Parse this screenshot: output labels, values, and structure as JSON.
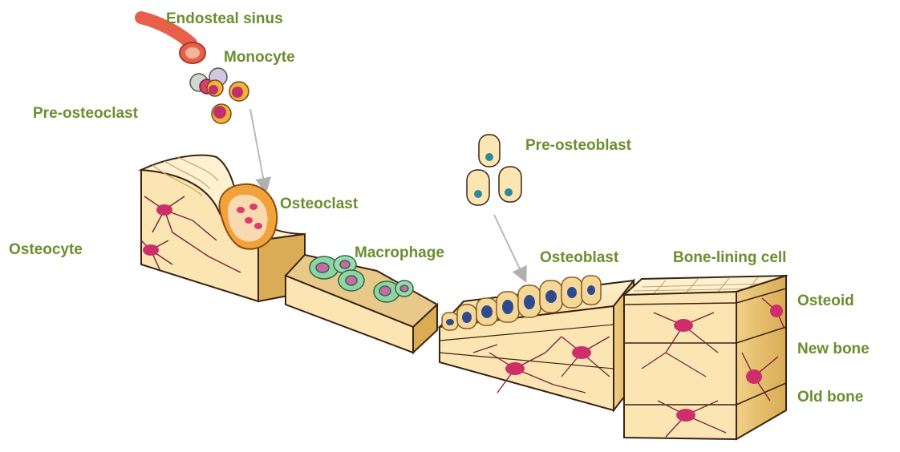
{
  "labels": {
    "endosteal_sinus": "Endosteal sinus",
    "monocyte": "Monocyte",
    "pre_osteoclast": "Pre-osteoclast",
    "osteoclast": "Osteoclast",
    "osteocyte": "Osteocyte",
    "macrophage": "Macrophage",
    "pre_osteoblast": "Pre-osteoblast",
    "osteoblast": "Osteoblast",
    "bone_lining_cell": "Bone-lining cell",
    "osteoid": "Osteoid",
    "new_bone": "New bone",
    "old_bone": "Old bone"
  },
  "colors": {
    "label_text": "#6b8e2f",
    "bone_light": "#fbe9bd",
    "bone_mid": "#f3d48b",
    "bone_dark": "#e2b85c",
    "vessel": "#e8604a",
    "osteocyte_cell": "#cc2f6a",
    "nucleus_blue": "#2f5f8f",
    "macrophage_green": "#8fd3a6",
    "arrow": "#b8b8b8",
    "outline": "#3b2414"
  }
}
